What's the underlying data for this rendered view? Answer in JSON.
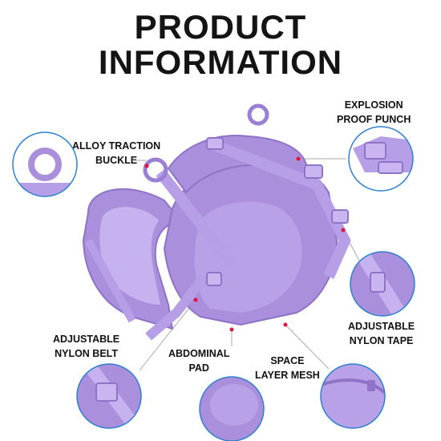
{
  "title": {
    "line1": "PRODUCT",
    "line2": "INFORMATION"
  },
  "callouts": {
    "alloy_traction_buckle": [
      "ALLOY TRACTION",
      "BUCKLE"
    ],
    "explosion_proof_punch": [
      "EXPLOSION",
      "PROOF PUNCH"
    ],
    "adjustable_nylon_tape": [
      "ADJUSTABLE",
      "NYLON TAPE"
    ],
    "adjustable_nylon_belt": [
      "ADJUSTABLE",
      "NYLON BELT"
    ],
    "abdominal_pad": [
      "ABDOMINAL",
      "PAD"
    ],
    "space_layer_mesh": [
      "SPACE",
      "LAYER MESH"
    ]
  },
  "colors": {
    "product": "#a98fdc",
    "product_dark": "#8f73c9",
    "product_light": "#c6b2ee",
    "circle_border": "#2f7fd0",
    "marker": "#e0153a",
    "leader": "#aaaaaa"
  }
}
